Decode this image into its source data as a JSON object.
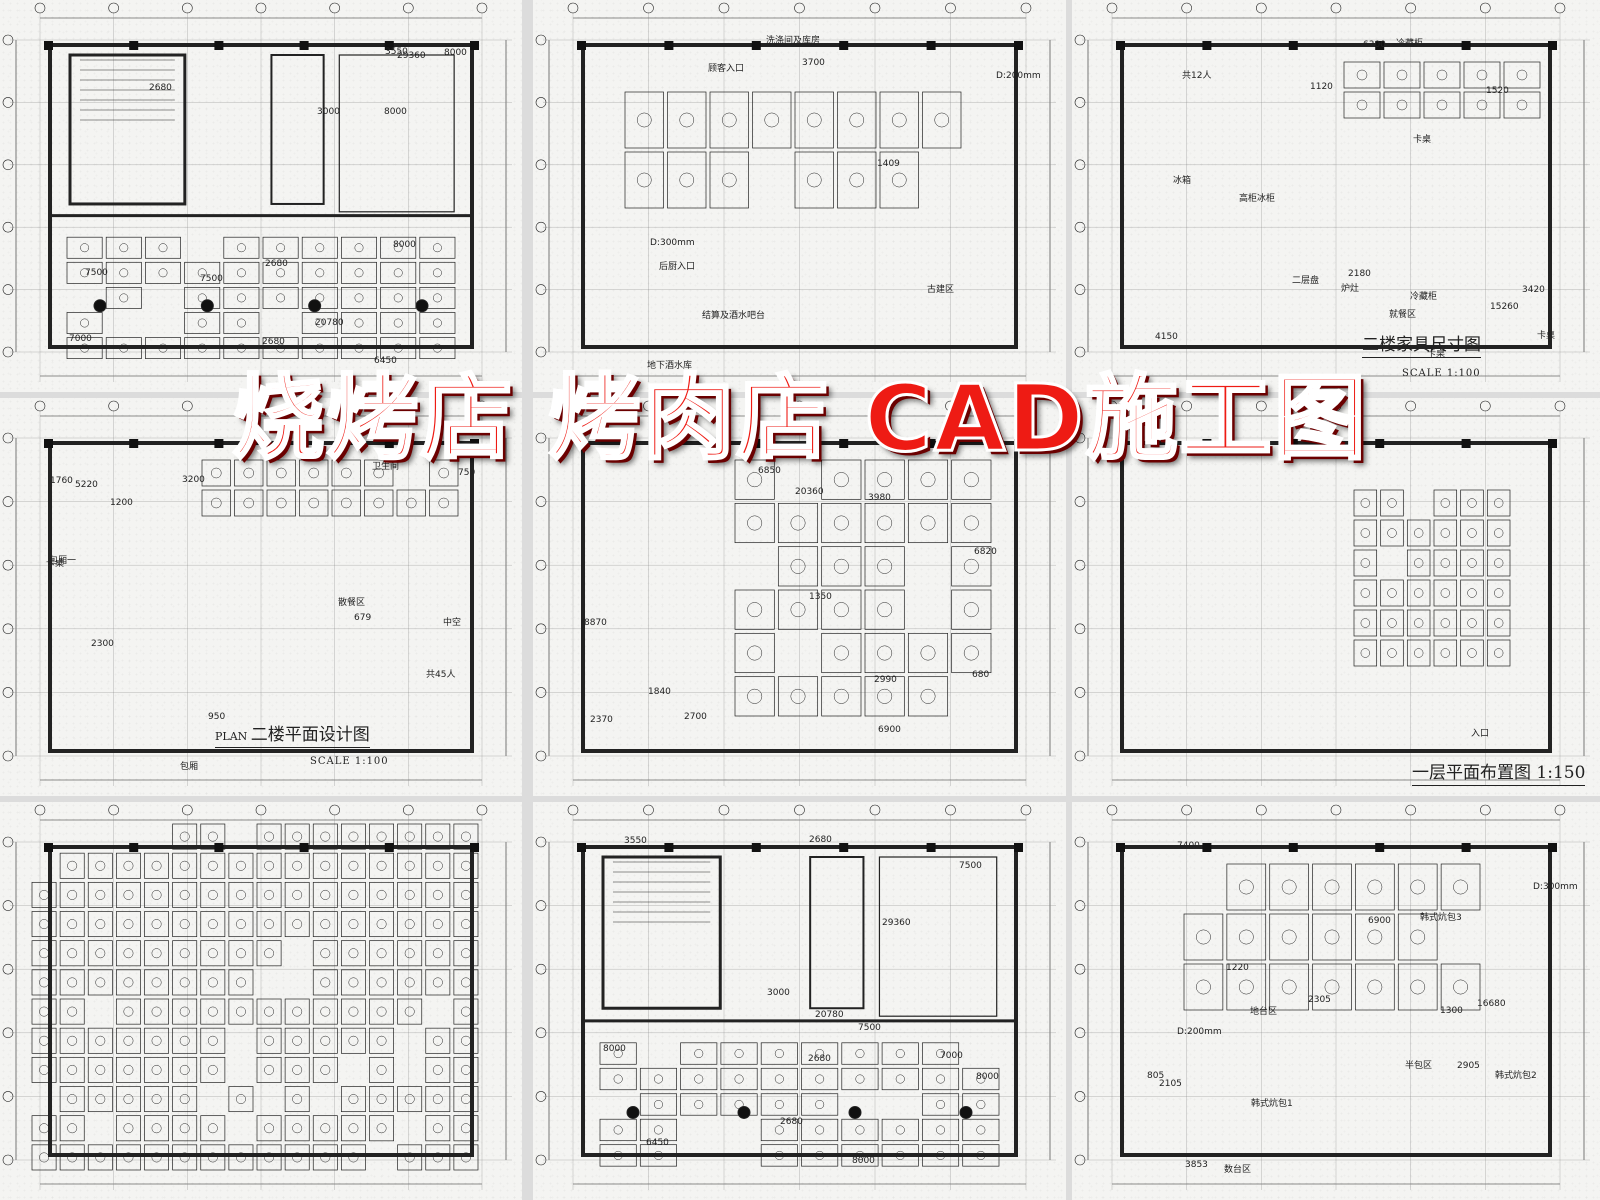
{
  "headline": "烧烤店 烤肉店 CAD施工图",
  "panels": [
    {
      "id": "p1",
      "labels": [
        "29360",
        "2680",
        "8000",
        "8000",
        "8000",
        "2680",
        "3550",
        "6450",
        "20780",
        "7500",
        "2680",
        "3000",
        "7000",
        "7500"
      ]
    },
    {
      "id": "p2",
      "labels": [
        "顾客入口",
        "古建区",
        "结算及酒水吧台",
        "地下酒水库",
        "洗涤间及库房",
        "3700",
        "1409",
        "D:300mm",
        "D:200mm",
        "后厨入口"
      ]
    },
    {
      "id": "p3",
      "labels": [
        "15260",
        "3420",
        "2180",
        "6300",
        "冷藏柜",
        "卡桌",
        "卡桌",
        "卡桌",
        "共12人",
        "就餐区",
        "冰箱",
        "高柜冰柜",
        "冷藏柜",
        "炉灶",
        "二层盘",
        "4150",
        "1120",
        "1520"
      ],
      "title": "二楼家具尺寸图",
      "scale": "SCALE 1:100"
    },
    {
      "id": "p4",
      "labels": [
        "1760",
        "2300",
        "包厢",
        "散餐区",
        "共45人",
        "包厢一",
        "卡桌",
        "卫生间",
        "中空",
        "3200",
        "5220",
        "950",
        "750",
        "1200",
        "679"
      ],
      "title": "二楼平面设计图",
      "title_prefix": "PLAN",
      "scale": "SCALE 1:100"
    },
    {
      "id": "p5",
      "labels": [
        "20360",
        "3980",
        "2990",
        "2370",
        "1350",
        "8870",
        "680",
        "1840",
        "2700",
        "6850",
        "6820",
        "6900"
      ]
    },
    {
      "id": "p6",
      "labels": [
        "入口"
      ],
      "title": "一层平面布置图 1:150"
    },
    {
      "id": "p7",
      "labels": []
    },
    {
      "id": "p8",
      "labels": [
        "29360",
        "2680",
        "8000",
        "8000",
        "8000",
        "2680",
        "3550",
        "6450",
        "20780",
        "7500",
        "2680",
        "3000",
        "7000",
        "7500"
      ]
    },
    {
      "id": "p9",
      "labels": [
        "数台区",
        "半包区",
        "地台区",
        "韩式炕包1",
        "韩式炕包2",
        "韩式炕包3",
        "D:200mm",
        "D:300mm",
        "1300",
        "805",
        "1220",
        "2905",
        "2305",
        "2105",
        "7400",
        "6900",
        "16680",
        "3853"
      ]
    }
  ]
}
